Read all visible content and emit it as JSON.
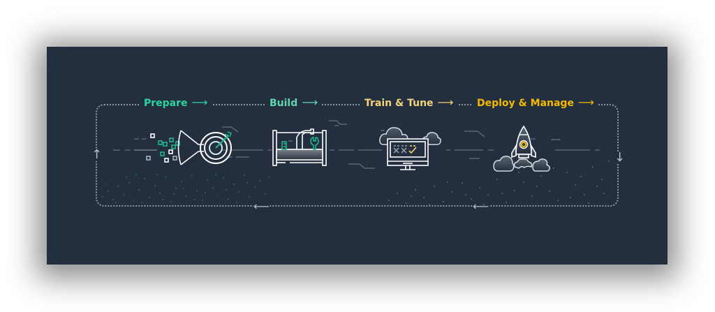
{
  "diagram": {
    "stages": [
      {
        "label": "Prepare",
        "arrow": "⟶",
        "color": "#2bd4a0",
        "icon": "funnel-target-icon"
      },
      {
        "label": "Build",
        "arrow": "⟶",
        "color": "#5fd6b0",
        "icon": "toolbox-icon"
      },
      {
        "label": "Train & Tune",
        "arrow": "⟶",
        "color": "#f2d27a",
        "icon": "monitor-clouds-icon"
      },
      {
        "label": "Deploy & Manage",
        "arrow": "⟶",
        "color": "#f5b800",
        "icon": "rocket-icon"
      }
    ],
    "loop_arrows": {
      "left": "↑",
      "right": "↓",
      "bottom_left": "⟵",
      "bottom_right": "⟵"
    },
    "colors": {
      "background": "#232f3e",
      "outline": "#ffffff",
      "teal": "#1fb78f",
      "gold": "#f5b800",
      "dotted": "#8d96a3"
    }
  }
}
